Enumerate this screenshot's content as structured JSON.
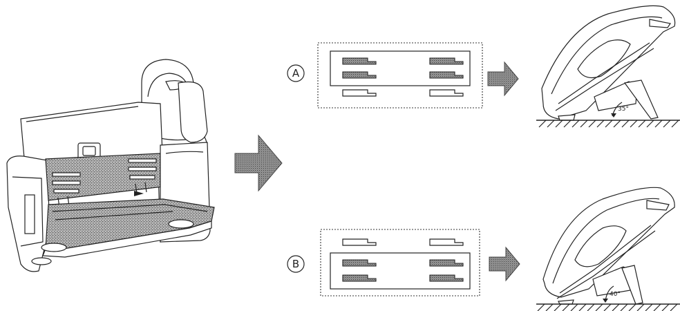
{
  "options": [
    {
      "letter": "A",
      "angle": "35°"
    },
    {
      "letter": "B",
      "angle": "40°"
    }
  ],
  "colors": {
    "ink": "#222222",
    "stipple": "#8a8a8a",
    "paper": "#ffffff"
  },
  "icons": [
    "right-arrow-icon",
    "hatched-surface"
  ]
}
